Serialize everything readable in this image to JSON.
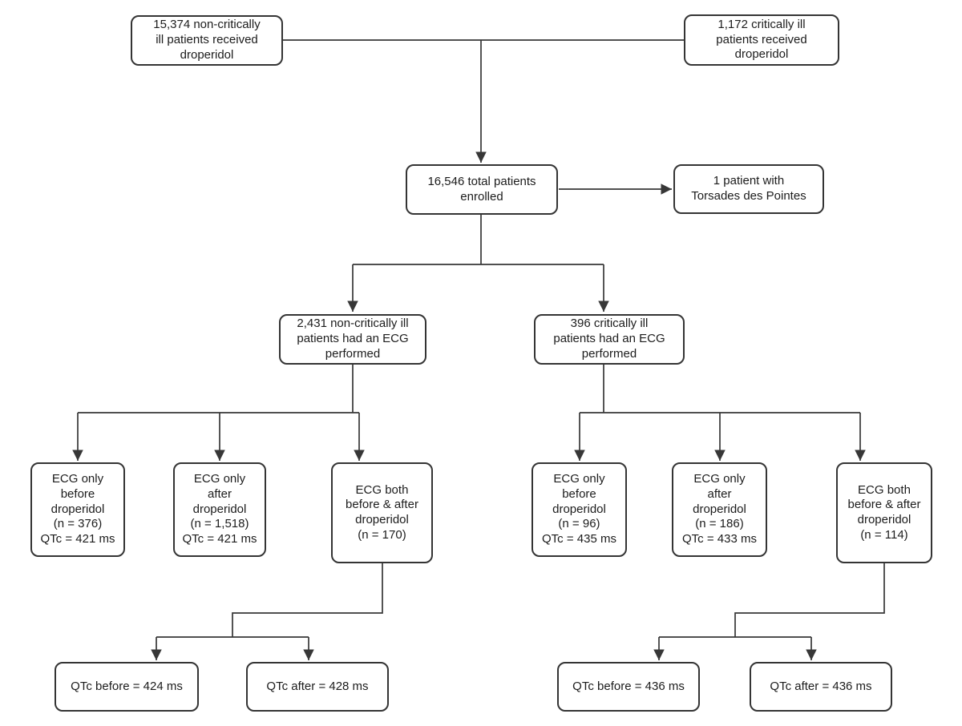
{
  "colors": {
    "background": "#ffffff",
    "box_fill": "#ffffff",
    "box_border": "#343434",
    "line": "#373737",
    "text": "#1c1c1c"
  },
  "diagram": {
    "type": "patient-flowchart",
    "nodes": {
      "non_critical_received": {
        "label": "15,374 non-critically\nill patients received\ndroperidol"
      },
      "critical_received": {
        "label": "1,172 critically ill\npatients received\ndroperidol"
      },
      "total_enrolled": {
        "label": "16,546 total patients\nenrolled"
      },
      "torsades": {
        "label": "1 patient with\nTorsades des Pointes"
      },
      "non_critical_ecg": {
        "label": "2,431 non-critically ill\npatients had an ECG\nperformed"
      },
      "critical_ecg": {
        "label": "396 critically ill\npatients had an ECG\nperformed"
      },
      "nc_ecg_only_before": {
        "label": "ECG only\nbefore\ndroperidol\n(n = 376)\nQTc = 421 ms"
      },
      "nc_ecg_only_after": {
        "label": "ECG only\nafter\ndroperidol\n(n = 1,518)\nQTc = 421 ms"
      },
      "nc_ecg_both": {
        "label": "ECG both\nbefore & after\ndroperidol\n(n = 170)"
      },
      "c_ecg_only_before": {
        "label": "ECG only\nbefore\ndroperidol\n(n = 96)\nQTc = 435 ms"
      },
      "c_ecg_only_after": {
        "label": "ECG only\nafter\ndroperidol\n(n = 186)\nQTc = 433 ms"
      },
      "c_ecg_both": {
        "label": "ECG both\nbefore & after\ndroperidol\n(n = 114)"
      },
      "nc_qtc_before": {
        "label": "QTc before = 424 ms"
      },
      "nc_qtc_after": {
        "label": "QTc after = 428 ms"
      },
      "c_qtc_before": {
        "label": "QTc before = 436 ms"
      },
      "c_qtc_after": {
        "label": "QTc after = 436 ms"
      }
    }
  }
}
